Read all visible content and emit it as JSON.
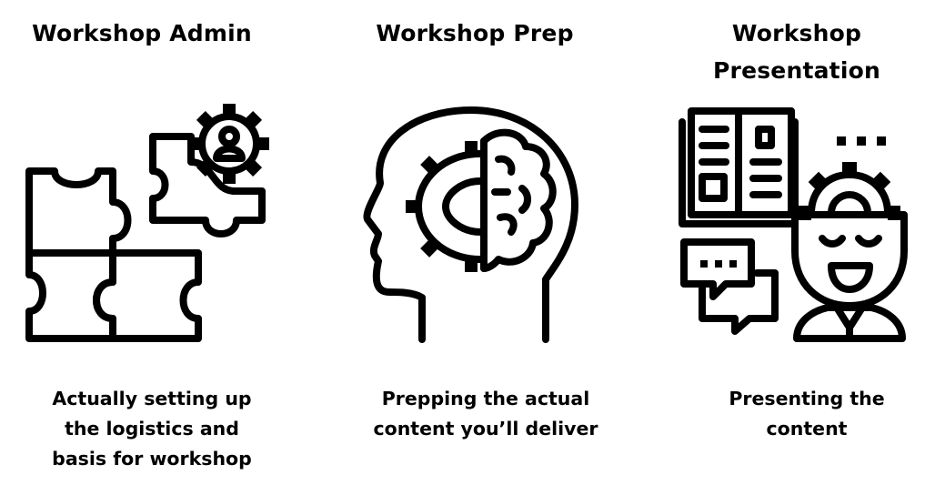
{
  "columns": [
    {
      "title": [
        "Workshop Admin"
      ],
      "description": [
        "Actually setting up",
        "the logistics and",
        "basis for workshop"
      ],
      "icon": "puzzle-gear-icon"
    },
    {
      "title": [
        "Workshop Prep"
      ],
      "description": [
        "Prepping the actual",
        "content you’ll deliver"
      ],
      "icon": "head-brain-gear-icon"
    },
    {
      "title": [
        "Workshop",
        "Presentation"
      ],
      "description": [
        "Presenting the",
        "content"
      ],
      "icon": "presenter-book-icon"
    }
  ]
}
